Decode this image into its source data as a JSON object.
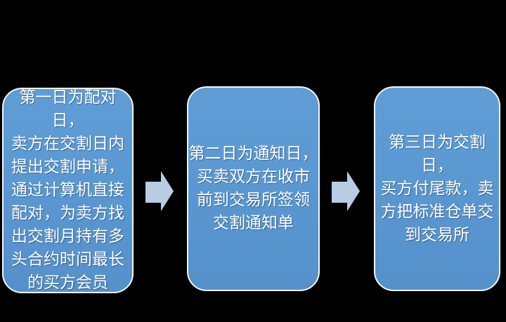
{
  "diagram": {
    "title": "",
    "type": "process-flow",
    "background_color": "#000000",
    "box_fill_color": "#5b99d3",
    "box_border_color": "#f2f6fb",
    "box_text_color": "#ffffff",
    "arrow_fill_color": "#b8cce4",
    "steps": [
      {
        "id": "step-1",
        "text": "第一日为配对日，\n卖方在交割日内\n提出交割申请，\n通过计算机直接\n配对，为卖方找\n出交割月持有多\n头合约时间最长\n的买方会员"
      },
      {
        "id": "step-2",
        "text": "第二日为通知日，\n买卖双方在收市\n前到交易所签领\n交割通知单"
      },
      {
        "id": "step-3",
        "text": "第三日为交割日，\n买方付尾款，卖\n方把标准仓单交\n到交易所"
      }
    ],
    "connectors": [
      {
        "id": "arrow-1",
        "direction": "right"
      },
      {
        "id": "arrow-2",
        "direction": "right"
      }
    ]
  }
}
